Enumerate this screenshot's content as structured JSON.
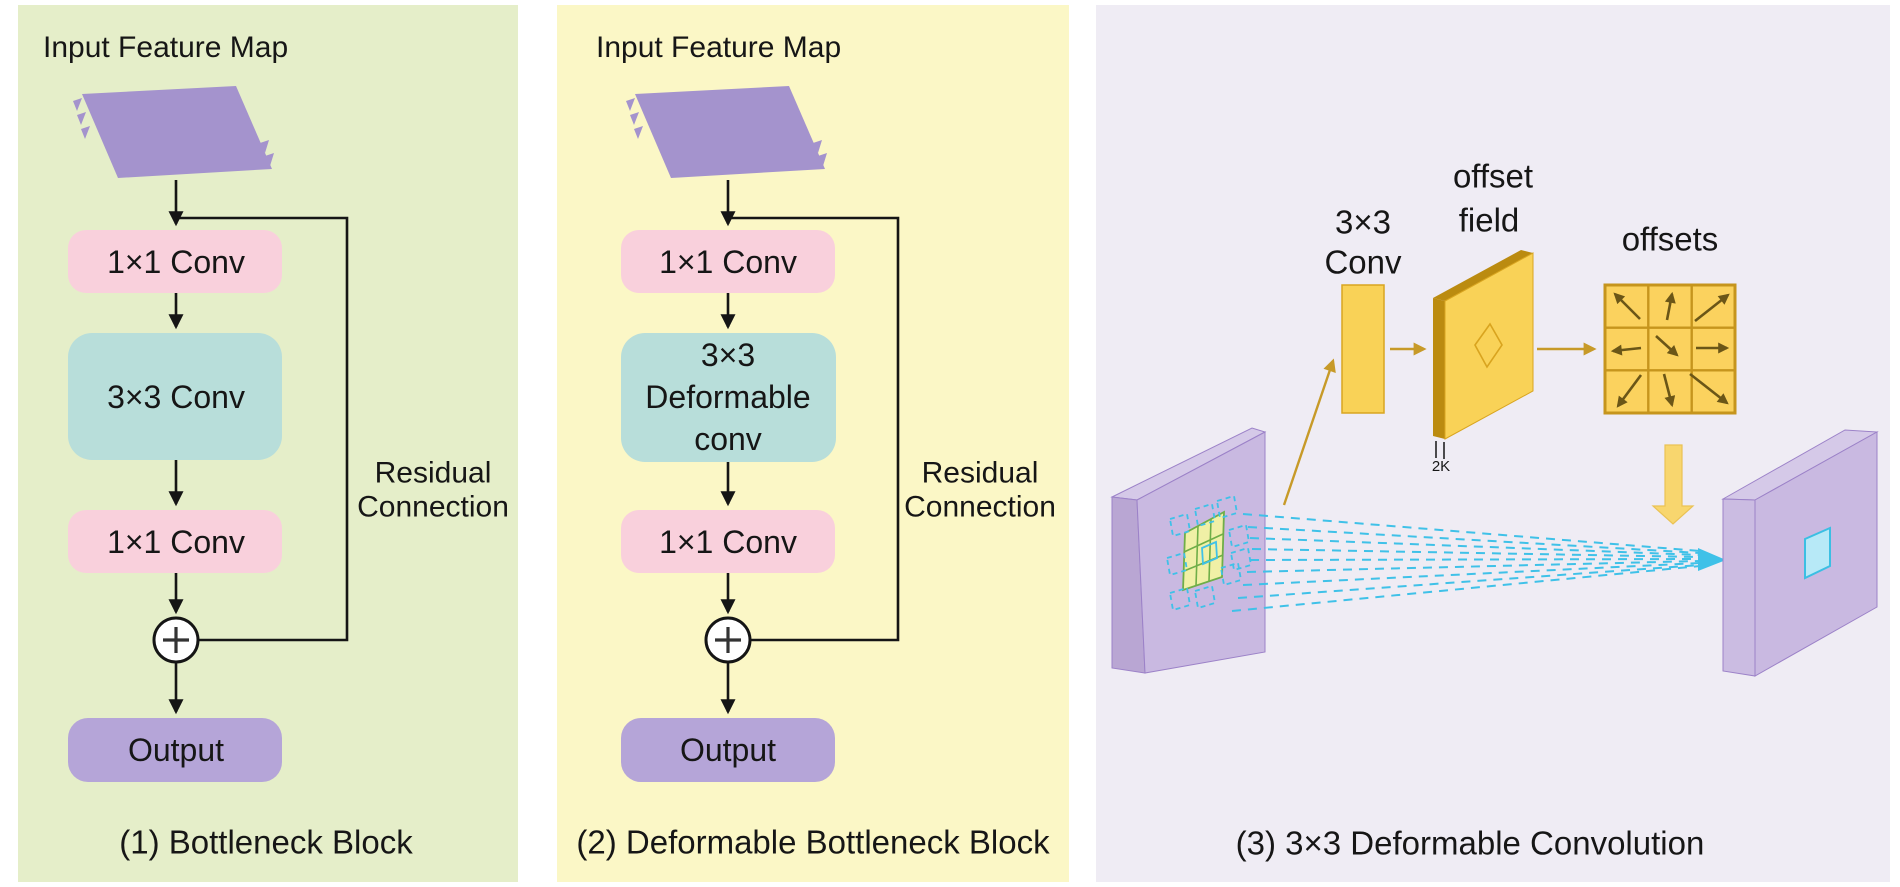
{
  "figure": {
    "panel1": {
      "input_label": "Input Feature Map",
      "conv1": "1×1 Conv",
      "conv2": "3×3 Conv",
      "conv3": "1×1 Conv",
      "output_label": "Output",
      "residual_line1": "Residual",
      "residual_line2": "Connection",
      "caption": "(1) Bottleneck Block"
    },
    "panel2": {
      "input_label": "Input Feature Map",
      "conv1": "1×1 Conv",
      "conv2_line1": "3×3",
      "conv2_line2": "Deformable",
      "conv2_line3": "conv",
      "conv3": "1×1 Conv",
      "output_label": "Output",
      "residual_line1": "Residual",
      "residual_line2": "Connection",
      "caption": "(2) Deformable Bottleneck Block"
    },
    "panel3": {
      "conv_label_line1": "3×3",
      "conv_label_line2": "Conv",
      "offset_field_line1": "offset",
      "offset_field_line2": "field",
      "offsets_label": "offsets",
      "channel_label": "2K",
      "caption": "(3) 3×3 Deformable Convolution"
    }
  },
  "colors": {
    "panel1_bg": "#e5eec9",
    "panel2_bg": "#fbf7c6",
    "panel3_bg": "#efecf4",
    "pink_box": "#f9d0dc",
    "teal_box": "#b8deda",
    "purple_map": "#a493cd",
    "purple_output": "#b5a5d8",
    "yellow_shape": "#f9d257",
    "yellow_dark_edge": "#bb8b10",
    "gold_line": "#c79a28",
    "offset_arrow": "#6b5617",
    "cyan": "#3fc1e8",
    "cyan_cell": "#b7e9f7",
    "slab_front": "#c9b9e1",
    "slab_side": "#b9a6d3",
    "slab_top": "#d5c9e8",
    "kernel_grid_fill": "#f0f0a6",
    "kernel_grid_stroke": "#6fae48",
    "text": "#161616"
  }
}
